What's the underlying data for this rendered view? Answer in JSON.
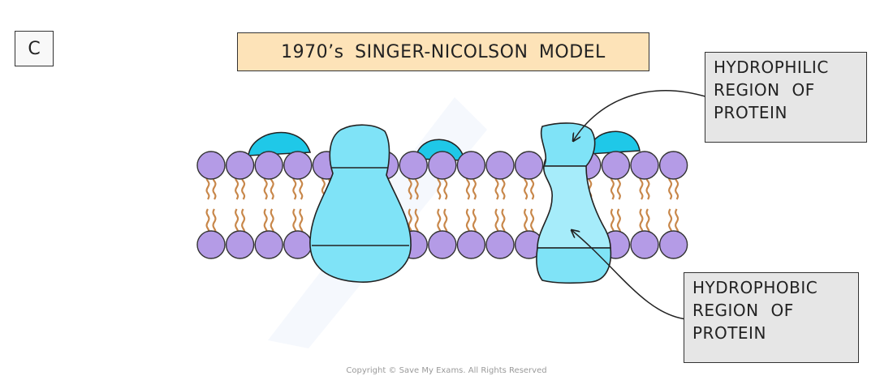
{
  "panel_label": "C",
  "title": "1970’s SINGER-NICOLSON MODEL",
  "callouts": {
    "hydrophilic": {
      "lines": [
        "HYDROPHILIC",
        "REGION OF",
        "PROTEIN"
      ]
    },
    "hydrophobic": {
      "lines": [
        "HYDROPHOBIC",
        "REGION OF",
        "PROTEIN"
      ]
    }
  },
  "copyright": "Copyright © Save My Exams. All Rights Reserved",
  "colors": {
    "phospholipid_head": "#b49be6",
    "phospholipid_tail": "#c8874a",
    "protein_light": "#a6ecfa",
    "protein_mid": "#7fe3f7",
    "peripheral_protein": "#1fc8e8",
    "title_bg": "#fde3b8",
    "callout_bg": "#e6e6e6"
  }
}
